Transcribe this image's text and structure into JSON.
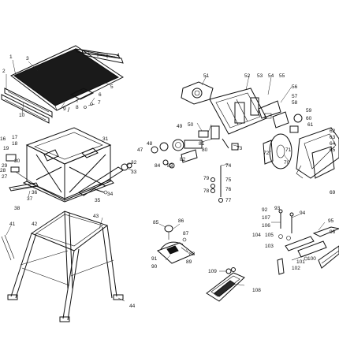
{
  "labels": [
    {
      "text": "1"
    },
    {
      "text": "2"
    },
    {
      "text": "3"
    },
    {
      "text": "4"
    },
    {
      "text": "5"
    },
    {
      "text": "6"
    },
    {
      "text": "7"
    },
    {
      "text": "8"
    },
    {
      "text": "9"
    },
    {
      "text": "10"
    },
    {
      "text": "17"
    },
    {
      "text": "18"
    },
    {
      "text": "19"
    },
    {
      "text": "16"
    },
    {
      "text": "29"
    },
    {
      "text": "28"
    },
    {
      "text": "27"
    },
    {
      "text": "30"
    },
    {
      "text": "36"
    },
    {
      "text": "37"
    },
    {
      "text": "38"
    },
    {
      "text": "32"
    },
    {
      "text": "33"
    },
    {
      "text": "31"
    },
    {
      "text": "34"
    },
    {
      "text": "35"
    },
    {
      "text": "41"
    },
    {
      "text": "42"
    },
    {
      "text": "43"
    },
    {
      "text": "44"
    },
    {
      "text": "47"
    },
    {
      "text": "48"
    },
    {
      "text": "49"
    },
    {
      "text": "50"
    },
    {
      "text": "51"
    },
    {
      "text": "52"
    },
    {
      "text": "53"
    },
    {
      "text": "54"
    },
    {
      "text": "55"
    },
    {
      "text": "56"
    },
    {
      "text": "57"
    },
    {
      "text": "58"
    },
    {
      "text": "59"
    },
    {
      "text": "60"
    },
    {
      "text": "61"
    },
    {
      "text": "62"
    },
    {
      "text": "63"
    },
    {
      "text": "64"
    },
    {
      "text": "65"
    },
    {
      "text": "69"
    },
    {
      "text": "70"
    },
    {
      "text": "71"
    },
    {
      "text": "72"
    },
    {
      "text": "73"
    },
    {
      "text": "74"
    },
    {
      "text": "75"
    },
    {
      "text": "76"
    },
    {
      "text": "77"
    },
    {
      "text": "78"
    },
    {
      "text": "79"
    },
    {
      "text": "80"
    },
    {
      "text": "81"
    },
    {
      "text": "82"
    },
    {
      "text": "83"
    },
    {
      "text": "84"
    },
    {
      "text": "85"
    },
    {
      "text": "86"
    },
    {
      "text": "87"
    },
    {
      "text": "88"
    },
    {
      "text": "89"
    },
    {
      "text": "90"
    },
    {
      "text": "91"
    },
    {
      "text": "92"
    },
    {
      "text": "93"
    },
    {
      "text": "94"
    },
    {
      "text": "95"
    },
    {
      "text": "96"
    },
    {
      "text": "100"
    },
    {
      "text": "101"
    },
    {
      "text": "102"
    },
    {
      "text": "103"
    },
    {
      "text": "104"
    },
    {
      "text": "105"
    },
    {
      "text": "106"
    },
    {
      "text": "107"
    },
    {
      "text": "108"
    },
    {
      "text": "109"
    }
  ]
}
